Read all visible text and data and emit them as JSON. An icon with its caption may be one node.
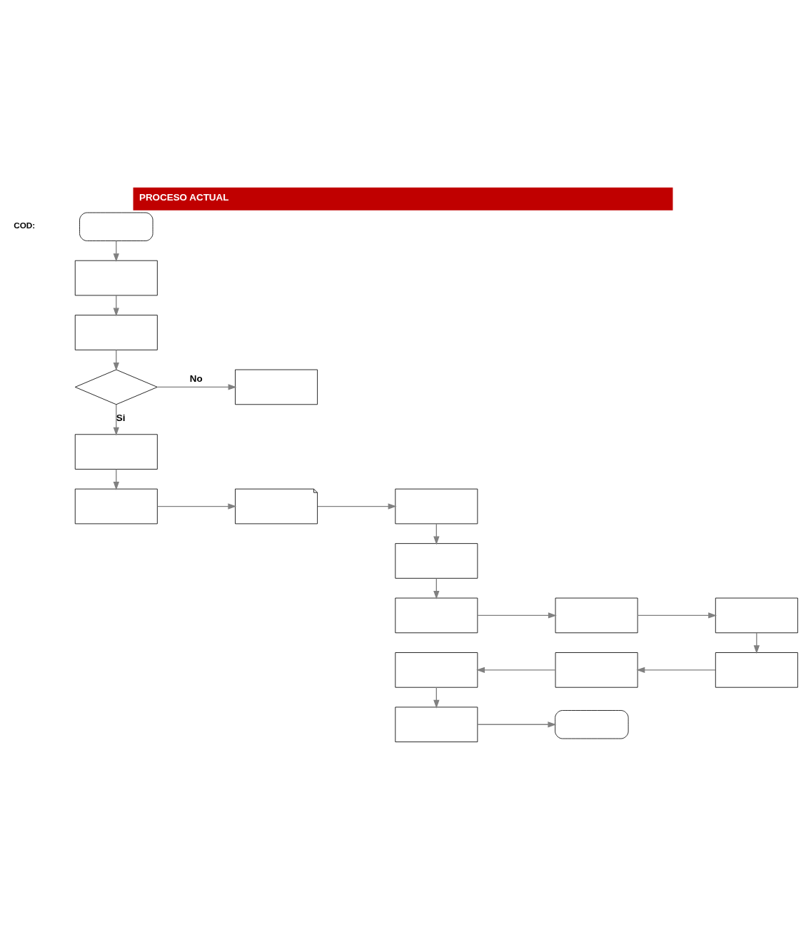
{
  "diagram": {
    "title": "PROCESO ACTUAL",
    "nodes": [
      {
        "text": [],
        "shape": "oval"
      },
      {
        "text": [],
        "shape": "box"
      },
      {
        "text": [],
        "shape": "box"
      },
      {
        "text": [],
        "shape": "diamond"
      },
      {
        "text": [],
        "shape": "box"
      },
      {
        "text": [],
        "shape": "box"
      },
      {
        "text": [],
        "shape": "box"
      },
      {
        "text": [],
        "shape": "document"
      },
      {
        "text": [],
        "shape": "box"
      },
      {
        "text": [],
        "shape": "box"
      },
      {
        "text": [],
        "shape": "box"
      },
      {
        "text": [],
        "shape": "box"
      },
      {
        "text": [],
        "shape": "box"
      },
      {
        "text": [],
        "shape": "box"
      },
      {
        "text": [],
        "shape": "box"
      },
      {
        "text": [],
        "shape": "box"
      },
      {
        "text": [],
        "shape": "box"
      },
      {
        "text": [],
        "shape": "oval"
      }
    ],
    "edges": [
      {
        "from": 0,
        "to": 1,
        "arrow": "to"
      },
      {
        "from": 1,
        "to": 2,
        "arrow": "to"
      },
      {
        "from": 2,
        "to": 3,
        "arrow": "to"
      },
      {
        "from": 3,
        "to": 4,
        "arrow": "to",
        "label": "No"
      },
      {
        "from": 3,
        "to": 5,
        "arrow": "to",
        "label": "Si"
      },
      {
        "from": 5,
        "to": 6,
        "arrow": "to"
      },
      {
        "from": 6,
        "to": 7,
        "arrow": "to"
      },
      {
        "from": 7,
        "to": 8,
        "arrow": "to"
      },
      {
        "from": 8,
        "to": 9,
        "arrow": "to"
      },
      {
        "from": 9,
        "to": 10,
        "arrow": "to"
      },
      {
        "from": 10,
        "to": 11,
        "arrow": "to"
      },
      {
        "from": 11,
        "to": 12,
        "arrow": "to"
      },
      {
        "from": 12,
        "to": 15,
        "arrow": "to"
      },
      {
        "from": 15,
        "to": 14,
        "arrow": "to"
      },
      {
        "from": 14,
        "to": 13,
        "arrow": "to"
      },
      {
        "from": 13,
        "to": 16,
        "arrow": "to"
      },
      {
        "from": 16,
        "to": 17,
        "arrow": "to"
      }
    ],
    "labels": [
      "COD:"
    ]
  }
}
